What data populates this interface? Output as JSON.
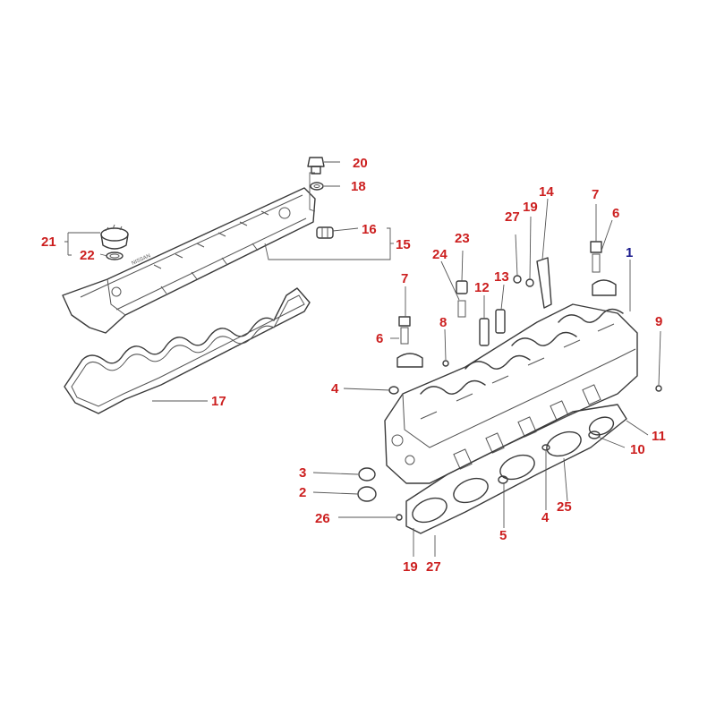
{
  "diagram": {
    "label_color": "#cc1f1f",
    "accent_label_color": "#1a1a8c",
    "line_color": "#3a3a3a",
    "labels": {
      "l1": "1",
      "l2": "2",
      "l3": "3",
      "l4a": "4",
      "l4b": "4",
      "l5": "5",
      "l6a": "6",
      "l6b": "6",
      "l7a": "7",
      "l7b": "7",
      "l8": "8",
      "l9": "9",
      "l10": "10",
      "l11": "11",
      "l12": "12",
      "l13": "13",
      "l14": "14",
      "l15": "15",
      "l16": "16",
      "l17": "17",
      "l18": "18",
      "l19a": "19",
      "l19b": "19",
      "l20": "20",
      "l21": "21",
      "l22": "22",
      "l23": "23",
      "l24": "24",
      "l25": "25",
      "l26": "26",
      "l27a": "27",
      "l27b": "27"
    }
  }
}
